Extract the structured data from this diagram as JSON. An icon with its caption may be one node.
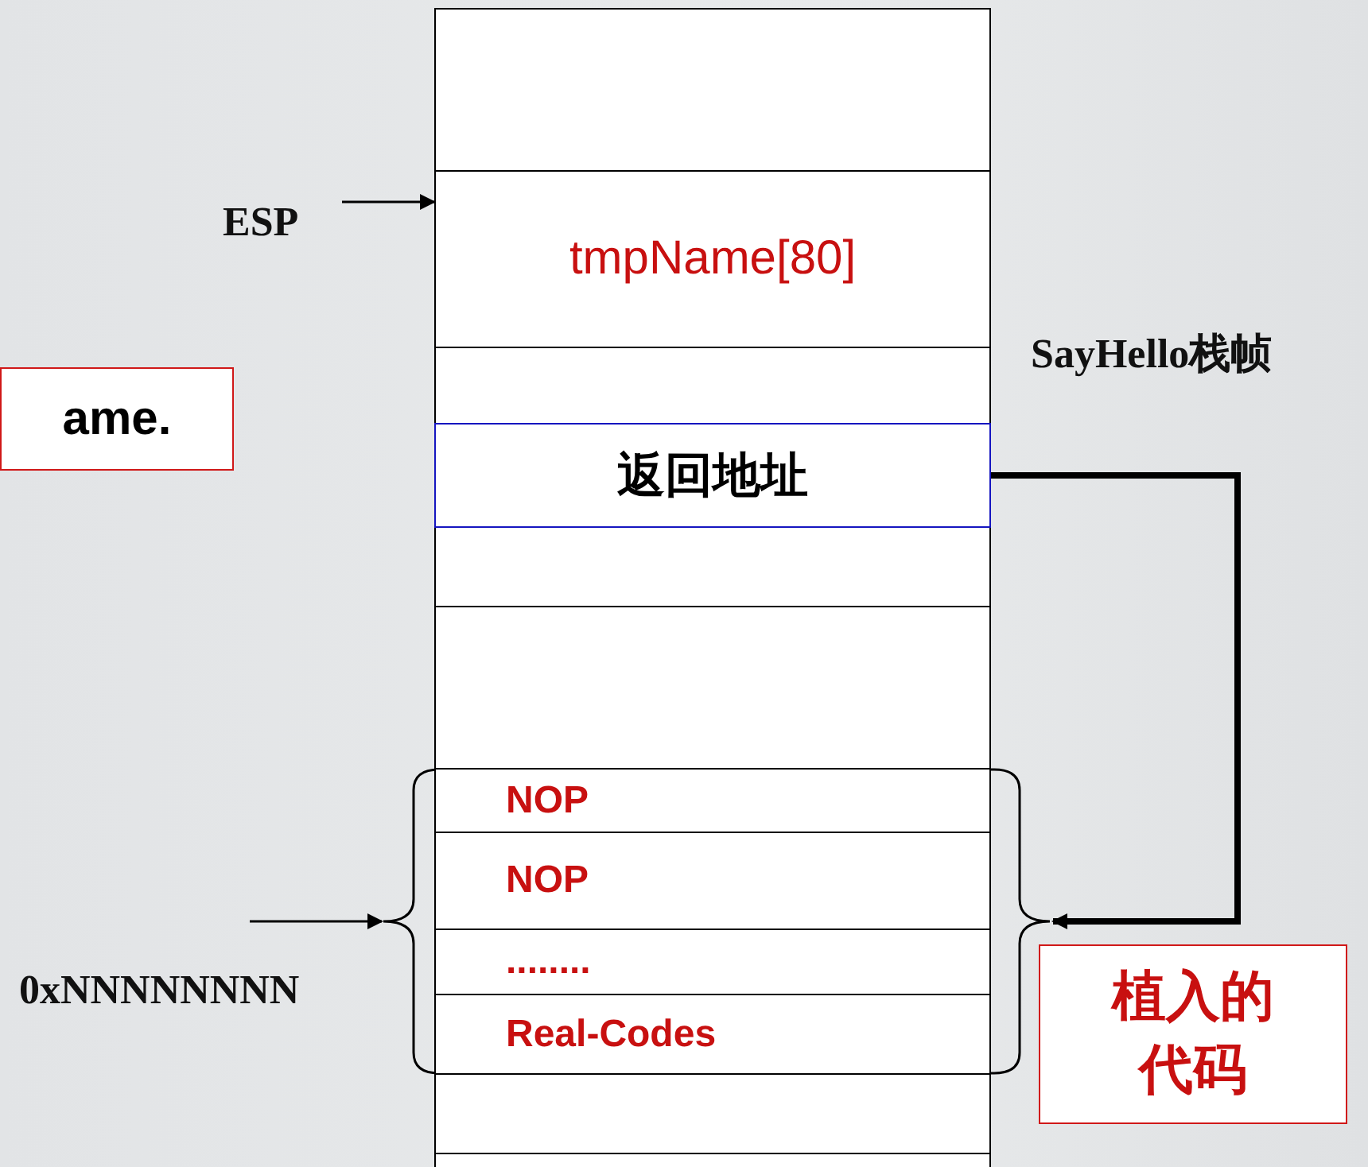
{
  "diagram": {
    "nodes": [
      {
        "text": [],
        "shape": "box"
      },
      {
        "text": [
          "ESP"
        ]
      },
      {
        "text": [
          "tmpName[80]"
        ]
      },
      {
        "text": [
          "ame."
        ]
      },
      {
        "text": [],
        "shape": "box"
      },
      {
        "text": [
          "返回地址"
        ]
      },
      {
        "text": [],
        "shape": "box"
      },
      {
        "text": [],
        "shape": "box"
      },
      {
        "text": [],
        "shape": "brace"
      },
      {
        "text": [
          "NOP"
        ],
        "in": 8
      },
      {
        "text": [
          "NOP"
        ],
        "in": 8
      },
      {
        "text": [
          "........"
        ],
        "in": 8
      },
      {
        "text": [
          "Real-Codes"
        ],
        "in": 8
      },
      {
        "text": [
          "植入的代码"
        ]
      },
      {
        "text": [],
        "shape": "box"
      },
      {
        "text": [],
        "shape": "box"
      }
    ],
    "edges": [
      {
        "from": 1,
        "to": 2,
        "arrow": "to"
      },
      {
        "from": 5,
        "to": 8,
        "arrow": "to",
        "style": "thick"
      },
      {
        "from": null,
        "to": 8,
        "arrow": "to"
      }
    ],
    "labels": [
      "SayHello栈帧",
      "0xNNNNNNNN"
    ]
  }
}
